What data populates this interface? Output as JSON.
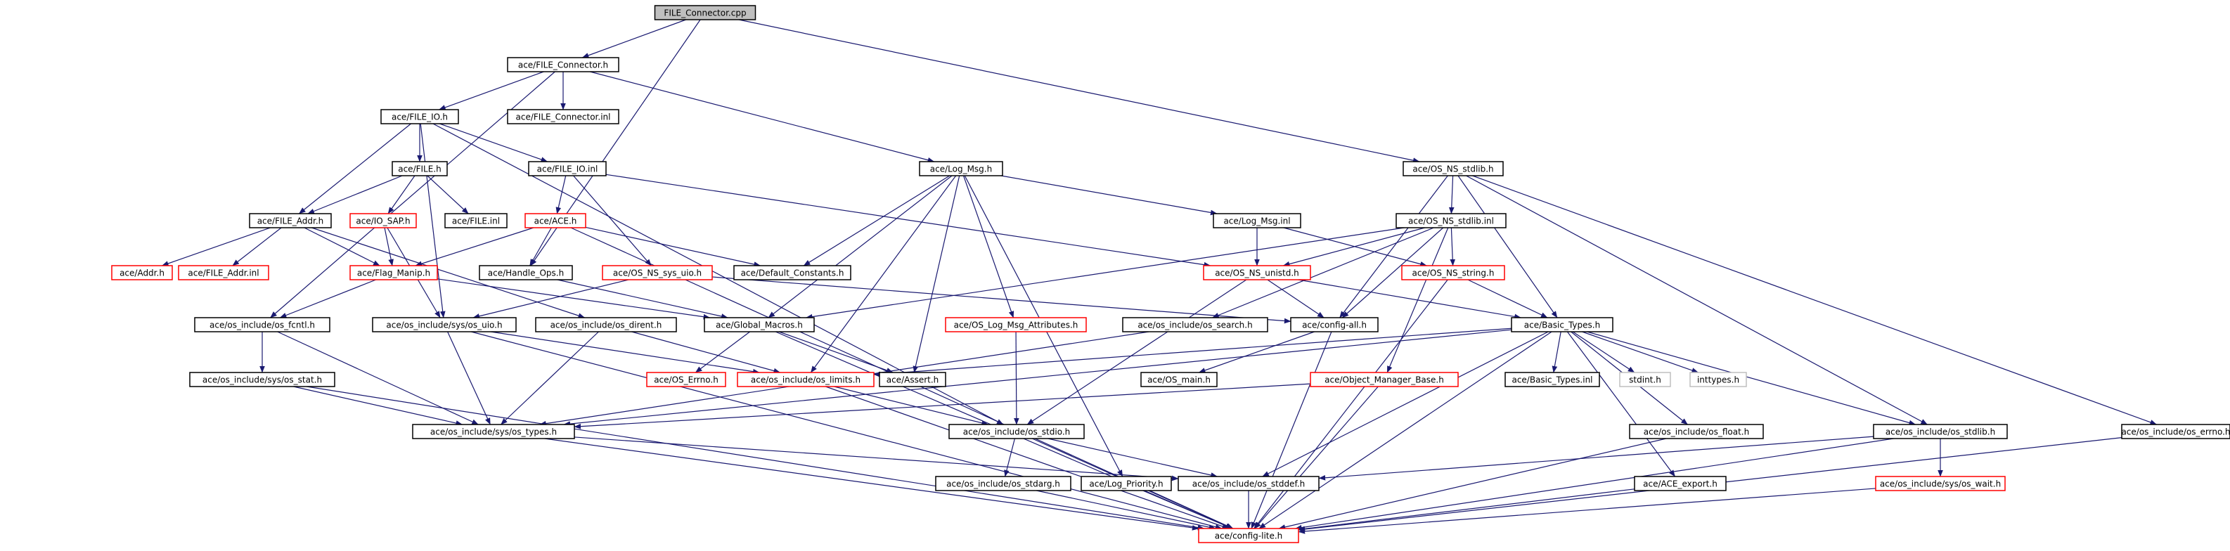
{
  "diagram": {
    "type": "include-dependency-graph",
    "colors": {
      "edge": "#191970",
      "root_fill": "#bfbfbf",
      "node_border": "#000000",
      "truncated_border": "#ff0000",
      "leaf_border": "#bfbfbf"
    },
    "nodes": [
      {
        "id": "root",
        "label": "FILE_Connector.cpp",
        "style": "root"
      },
      {
        "id": "fconn_h",
        "label": "ace/FILE_Connector.h",
        "style": "black"
      },
      {
        "id": "fileio_h",
        "label": "ace/FILE_IO.h",
        "style": "black"
      },
      {
        "id": "fconn_inl",
        "label": "ace/FILE_Connector.inl",
        "style": "black"
      },
      {
        "id": "file_h",
        "label": "ace/FILE.h",
        "style": "black"
      },
      {
        "id": "fileio_inl",
        "label": "ace/FILE_IO.inl",
        "style": "black"
      },
      {
        "id": "logmsg_h",
        "label": "ace/Log_Msg.h",
        "style": "black"
      },
      {
        "id": "osns_stdlib_h",
        "label": "ace/OS_NS_stdlib.h",
        "style": "black"
      },
      {
        "id": "fileaddr_h",
        "label": "ace/FILE_Addr.h",
        "style": "black"
      },
      {
        "id": "iosap_h",
        "label": "ace/IO_SAP.h",
        "style": "red"
      },
      {
        "id": "file_inl",
        "label": "ace/FILE.inl",
        "style": "black"
      },
      {
        "id": "ace_h",
        "label": "ace/ACE.h",
        "style": "red"
      },
      {
        "id": "logmsg_inl",
        "label": "ace/Log_Msg.inl",
        "style": "black"
      },
      {
        "id": "osns_stdlib_inl",
        "label": "ace/OS_NS_stdlib.inl",
        "style": "black"
      },
      {
        "id": "addr_h",
        "label": "ace/Addr.h",
        "style": "red"
      },
      {
        "id": "fileaddr_inl",
        "label": "ace/FILE_Addr.inl",
        "style": "red"
      },
      {
        "id": "flagmanip_h",
        "label": "ace/Flag_Manip.h",
        "style": "red"
      },
      {
        "id": "handleops_h",
        "label": "ace/Handle_Ops.h",
        "style": "black"
      },
      {
        "id": "osns_sysuio_h",
        "label": "ace/OS_NS_sys_uio.h",
        "style": "red"
      },
      {
        "id": "defconst_h",
        "label": "ace/Default_Constants.h",
        "style": "black"
      },
      {
        "id": "osns_unistd_h",
        "label": "ace/OS_NS_unistd.h",
        "style": "red"
      },
      {
        "id": "osns_string_h",
        "label": "ace/OS_NS_string.h",
        "style": "red"
      },
      {
        "id": "osinc_fcntl_h",
        "label": "ace/os_include/os_fcntl.h",
        "style": "black"
      },
      {
        "id": "osinc_sysuio_h",
        "label": "ace/os_include/sys/os_uio.h",
        "style": "black"
      },
      {
        "id": "osinc_dirent_h",
        "label": "ace/os_include/os_dirent.h",
        "style": "black"
      },
      {
        "id": "globalmacros_h",
        "label": "ace/Global_Macros.h",
        "style": "black"
      },
      {
        "id": "oslogmsgattr_h",
        "label": "ace/OS_Log_Msg_Attributes.h",
        "style": "red"
      },
      {
        "id": "osinc_search_h",
        "label": "ace/os_include/os_search.h",
        "style": "black"
      },
      {
        "id": "configall_h",
        "label": "ace/config-all.h",
        "style": "black"
      },
      {
        "id": "basictypes_h",
        "label": "ace/Basic_Types.h",
        "style": "black"
      },
      {
        "id": "osinc_sysstat_h",
        "label": "ace/os_include/sys/os_stat.h",
        "style": "black"
      },
      {
        "id": "oserrno_h",
        "label": "ace/OS_Errno.h",
        "style": "red"
      },
      {
        "id": "osinc_limits_h",
        "label": "ace/os_include/os_limits.h",
        "style": "red"
      },
      {
        "id": "assert_h",
        "label": "ace/Assert.h",
        "style": "black"
      },
      {
        "id": "osmain_h",
        "label": "ace/OS_main.h",
        "style": "black"
      },
      {
        "id": "objmgrbase_h",
        "label": "ace/Object_Manager_Base.h",
        "style": "red"
      },
      {
        "id": "basictypes_inl",
        "label": "ace/Basic_Types.inl",
        "style": "black"
      },
      {
        "id": "stdint_h",
        "label": "stdint.h",
        "style": "gray"
      },
      {
        "id": "inttypes_h",
        "label": "inttypes.h",
        "style": "gray"
      },
      {
        "id": "osinc_systypes_h",
        "label": "ace/os_include/sys/os_types.h",
        "style": "black"
      },
      {
        "id": "osinc_stdio_h",
        "label": "ace/os_include/os_stdio.h",
        "style": "black"
      },
      {
        "id": "osinc_float_h",
        "label": "ace/os_include/os_float.h",
        "style": "black"
      },
      {
        "id": "osinc_stdlib_h",
        "label": "ace/os_include/os_stdlib.h",
        "style": "black"
      },
      {
        "id": "osinc_errno_h",
        "label": "ace/os_include/os_errno.h",
        "style": "black"
      },
      {
        "id": "osinc_stdarg_h",
        "label": "ace/os_include/os_stdarg.h",
        "style": "black"
      },
      {
        "id": "logpriority_h",
        "label": "ace/Log_Priority.h",
        "style": "black"
      },
      {
        "id": "osinc_stddef_h",
        "label": "ace/os_include/os_stddef.h",
        "style": "black"
      },
      {
        "id": "aceexport_h",
        "label": "ace/ACE_export.h",
        "style": "black"
      },
      {
        "id": "osinc_syswait_h",
        "label": "ace/os_include/sys/os_wait.h",
        "style": "red"
      },
      {
        "id": "configlite_h",
        "label": "ace/config-lite.h",
        "style": "red"
      }
    ],
    "edges": [
      [
        "root",
        "fconn_h"
      ],
      [
        "root",
        "handleops_h"
      ],
      [
        "root",
        "osns_stdlib_h"
      ],
      [
        "fconn_h",
        "fileio_h"
      ],
      [
        "fconn_h",
        "fconn_inl"
      ],
      [
        "fconn_h",
        "logmsg_h"
      ],
      [
        "fconn_h",
        "osinc_fcntl_h"
      ],
      [
        "fileio_h",
        "file_h"
      ],
      [
        "fileio_h",
        "fileio_inl"
      ],
      [
        "fileio_h",
        "fileaddr_h"
      ],
      [
        "fileio_h",
        "osinc_sysuio_h"
      ],
      [
        "fileio_h",
        "osinc_stdio_h"
      ],
      [
        "file_h",
        "fileaddr_h"
      ],
      [
        "file_h",
        "iosap_h"
      ],
      [
        "file_h",
        "file_inl"
      ],
      [
        "fileio_inl",
        "ace_h"
      ],
      [
        "fileio_inl",
        "osns_sysuio_h"
      ],
      [
        "fileio_inl",
        "osns_unistd_h"
      ],
      [
        "fileaddr_h",
        "addr_h"
      ],
      [
        "fileaddr_h",
        "fileaddr_inl"
      ],
      [
        "fileaddr_h",
        "flagmanip_h"
      ],
      [
        "fileaddr_h",
        "osinc_dirent_h"
      ],
      [
        "iosap_h",
        "flagmanip_h"
      ],
      [
        "iosap_h",
        "osinc_sysuio_h"
      ],
      [
        "ace_h",
        "handleops_h"
      ],
      [
        "ace_h",
        "defconst_h"
      ],
      [
        "ace_h",
        "flagmanip_h"
      ],
      [
        "ace_h",
        "configlite_h"
      ],
      [
        "logmsg_h",
        "logmsg_inl"
      ],
      [
        "logmsg_h",
        "defconst_h"
      ],
      [
        "logmsg_h",
        "globalmacros_h"
      ],
      [
        "logmsg_h",
        "oslogmsgattr_h"
      ],
      [
        "logmsg_h",
        "osinc_limits_h"
      ],
      [
        "logmsg_h",
        "assert_h"
      ],
      [
        "logmsg_h",
        "logpriority_h"
      ],
      [
        "logmsg_inl",
        "osns_string_h"
      ],
      [
        "logmsg_inl",
        "osns_unistd_h"
      ],
      [
        "osns_stdlib_h",
        "osns_stdlib_inl"
      ],
      [
        "osns_stdlib_h",
        "configall_h"
      ],
      [
        "osns_stdlib_h",
        "basictypes_h"
      ],
      [
        "osns_stdlib_h",
        "osinc_stdlib_h"
      ],
      [
        "osns_stdlib_h",
        "osinc_errno_h"
      ],
      [
        "osns_stdlib_inl",
        "osns_string_h"
      ],
      [
        "osns_stdlib_inl",
        "osns_unistd_h"
      ],
      [
        "osns_stdlib_inl",
        "osinc_search_h"
      ],
      [
        "osns_stdlib_inl",
        "objmgrbase_h"
      ],
      [
        "osns_stdlib_inl",
        "globalmacros_h"
      ],
      [
        "osns_stdlib_inl",
        "configall_h"
      ],
      [
        "flagmanip_h",
        "osinc_fcntl_h"
      ],
      [
        "flagmanip_h",
        "globalmacros_h"
      ],
      [
        "handleops_h",
        "globalmacros_h"
      ],
      [
        "osns_sysuio_h",
        "osinc_sysuio_h"
      ],
      [
        "osns_sysuio_h",
        "configall_h"
      ],
      [
        "osns_unistd_h",
        "configall_h"
      ],
      [
        "osns_unistd_h",
        "basictypes_h"
      ],
      [
        "osns_unistd_h",
        "osinc_stdio_h"
      ],
      [
        "osns_string_h",
        "basictypes_h"
      ],
      [
        "osns_string_h",
        "configlite_h"
      ],
      [
        "osinc_fcntl_h",
        "osinc_sysstat_h"
      ],
      [
        "osinc_fcntl_h",
        "osinc_systypes_h"
      ],
      [
        "osinc_sysuio_h",
        "osinc_limits_h"
      ],
      [
        "osinc_sysuio_h",
        "osinc_systypes_h"
      ],
      [
        "osinc_sysuio_h",
        "configlite_h"
      ],
      [
        "osinc_dirent_h",
        "osinc_limits_h"
      ],
      [
        "osinc_dirent_h",
        "osinc_systypes_h"
      ],
      [
        "globalmacros_h",
        "oserrno_h"
      ],
      [
        "globalmacros_h",
        "assert_h"
      ],
      [
        "globalmacros_h",
        "configlite_h"
      ],
      [
        "oslogmsgattr_h",
        "osinc_stdio_h"
      ],
      [
        "osinc_search_h",
        "osinc_systypes_h"
      ],
      [
        "configall_h",
        "osmain_h"
      ],
      [
        "configall_h",
        "configlite_h"
      ],
      [
        "basictypes_h",
        "osinc_limits_h"
      ],
      [
        "basictypes_h",
        "basictypes_inl"
      ],
      [
        "basictypes_h",
        "stdint_h"
      ],
      [
        "basictypes_h",
        "inttypes_h"
      ],
      [
        "basictypes_h",
        "osinc_systypes_h"
      ],
      [
        "basictypes_h",
        "osinc_float_h"
      ],
      [
        "basictypes_h",
        "osinc_stdlib_h"
      ],
      [
        "basictypes_h",
        "osinc_stddef_h"
      ],
      [
        "basictypes_h",
        "aceexport_h"
      ],
      [
        "basictypes_h",
        "configlite_h"
      ],
      [
        "osinc_sysstat_h",
        "osinc_systypes_h"
      ],
      [
        "osinc_sysstat_h",
        "configlite_h"
      ],
      [
        "osinc_limits_h",
        "osinc_stdio_h"
      ],
      [
        "osinc_limits_h",
        "configlite_h"
      ],
      [
        "objmgrbase_h",
        "osinc_systypes_h"
      ],
      [
        "objmgrbase_h",
        "configlite_h"
      ],
      [
        "osinc_systypes_h",
        "osinc_stddef_h"
      ],
      [
        "osinc_systypes_h",
        "configlite_h"
      ],
      [
        "osinc_stdio_h",
        "osinc_stdarg_h"
      ],
      [
        "osinc_stdio_h",
        "osinc_stddef_h"
      ],
      [
        "osinc_stdio_h",
        "configlite_h"
      ],
      [
        "osinc_float_h",
        "configlite_h"
      ],
      [
        "osinc_stdlib_h",
        "osinc_stddef_h"
      ],
      [
        "osinc_stdlib_h",
        "osinc_syswait_h"
      ],
      [
        "osinc_stdlib_h",
        "configlite_h"
      ],
      [
        "osinc_errno_h",
        "configlite_h"
      ],
      [
        "osinc_stdarg_h",
        "configlite_h"
      ],
      [
        "logpriority_h",
        "configlite_h"
      ],
      [
        "osinc_stddef_h",
        "configlite_h"
      ],
      [
        "aceexport_h",
        "configlite_h"
      ],
      [
        "osinc_syswait_h",
        "configlite_h"
      ]
    ]
  }
}
